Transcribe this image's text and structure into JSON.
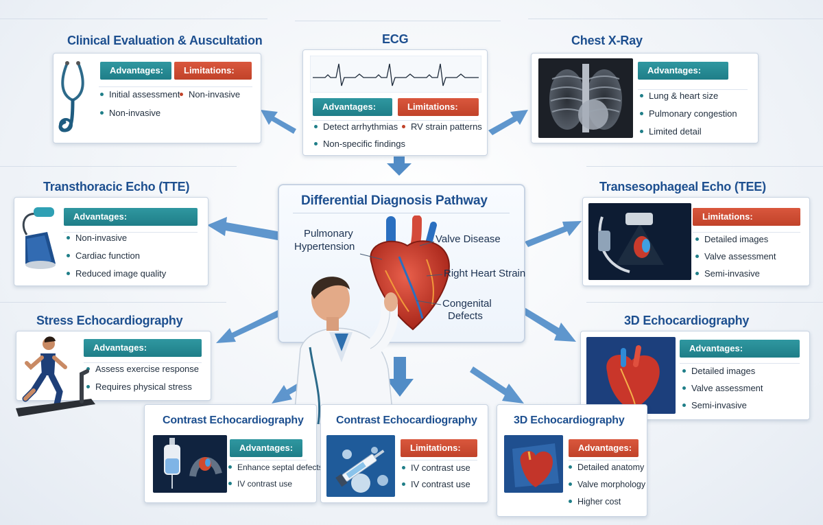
{
  "central": {
    "title": "Differential Diagnosis Pathway",
    "labels": [
      "Pulmonary",
      "Hypertension",
      "Valve Disease",
      "Right Heart Strain",
      "Congenital",
      "Defects"
    ]
  },
  "panels": {
    "clinical": {
      "title": "Clinical Evaluation & Auscultation",
      "advantages": "Advantages:",
      "limitations": "Limitations:",
      "items": [
        "Initial assessment",
        "Non-invasive",
        "Non-invasive"
      ]
    },
    "ecg": {
      "title": "ECG",
      "advantages": "Advantages:",
      "limitations": "Limitations:",
      "items": [
        "Detect arrhythmias",
        "RV strain patterns",
        "Non-specific findings"
      ]
    },
    "xray": {
      "title": "Chest X-Ray",
      "advantages": "Advantages:",
      "items": [
        "Lung & heart size",
        "Pulmonary congestion",
        "Limited detail"
      ]
    },
    "tte": {
      "title": "Transthoracic Echo (TTE)",
      "advantages": "Advantages:",
      "items": [
        "Non-invasive",
        "Cardiac function",
        "Reduced image quality"
      ]
    },
    "tee": {
      "title": "Transesophageal Echo (TEE)",
      "limitations": "Limitations:",
      "items": [
        "Detailed images",
        "Valve assessment",
        "Semi-invasive"
      ]
    },
    "stress": {
      "title": "Stress Echocardiography",
      "advantages": "Advantages:",
      "items": [
        "Assess exercise response",
        "Requires physical stress"
      ]
    },
    "echo3d_right": {
      "title": "3D Echocardiography",
      "advantages": "Advantages:",
      "items": [
        "Detailed images",
        "Valve assessment",
        "Semi-invasive"
      ]
    },
    "contrast1": {
      "title": "Contrast Echocardiography",
      "advantages": "Advantages:",
      "items": [
        "Enhance septal defects",
        "IV contrast use"
      ]
    },
    "contrast2": {
      "title": "Contrast Echocardiography",
      "limitations": "Limitations:",
      "items": [
        "IV contrast use",
        "IV contrast use"
      ]
    },
    "echo3d_bottom": {
      "title": "3D Echocardiography",
      "advantages": "Advantages:",
      "items": [
        "Detailed anatomy",
        "Valve morphology",
        "Higher cost"
      ]
    }
  },
  "colors": {
    "title": "#1d4f8f",
    "advantages": "#1f7e88",
    "limitations": "#c14229",
    "arrow": "#3f7fc0"
  },
  "icons": [
    "stethoscope-icon",
    "ecg-waveform-icon",
    "chest-xray-image",
    "ultrasound-probe-icon",
    "tee-probe-image",
    "heart-illustration",
    "doctor-illustration",
    "treadmill-runner-icon",
    "iv-bag-icon",
    "syringe-icon",
    "3d-heart-image"
  ]
}
